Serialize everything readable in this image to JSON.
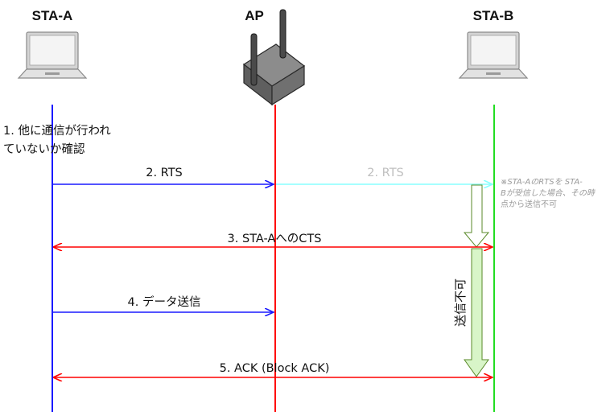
{
  "stations": {
    "sta_a": "STA-A",
    "ap": "AP",
    "sta_b": "STA-B"
  },
  "steps": {
    "check_line1": "1. 他に通信が行われ",
    "check_line2": "ていないか確認",
    "rts": "2. RTS",
    "rts_forward": "2. RTS",
    "cts": "3. STA-AへのCTS",
    "data": "4. データ送信",
    "ack": "5. ACK (Block ACK)"
  },
  "note": {
    "line1": "※STA-AのRTSを STA-",
    "line2": "Bが受信した場合、その時",
    "line3": "点から送信不可"
  },
  "blocked_label": "送信不可",
  "colors": {
    "sta_a_line": "#1a1aff",
    "ap_line": "#ff0000",
    "sta_b_line": "#22dd22",
    "rts_forward": "#88ffff",
    "blocked_fill": "#d8f5c8",
    "blocked_stroke": "#5a8a2a"
  }
}
